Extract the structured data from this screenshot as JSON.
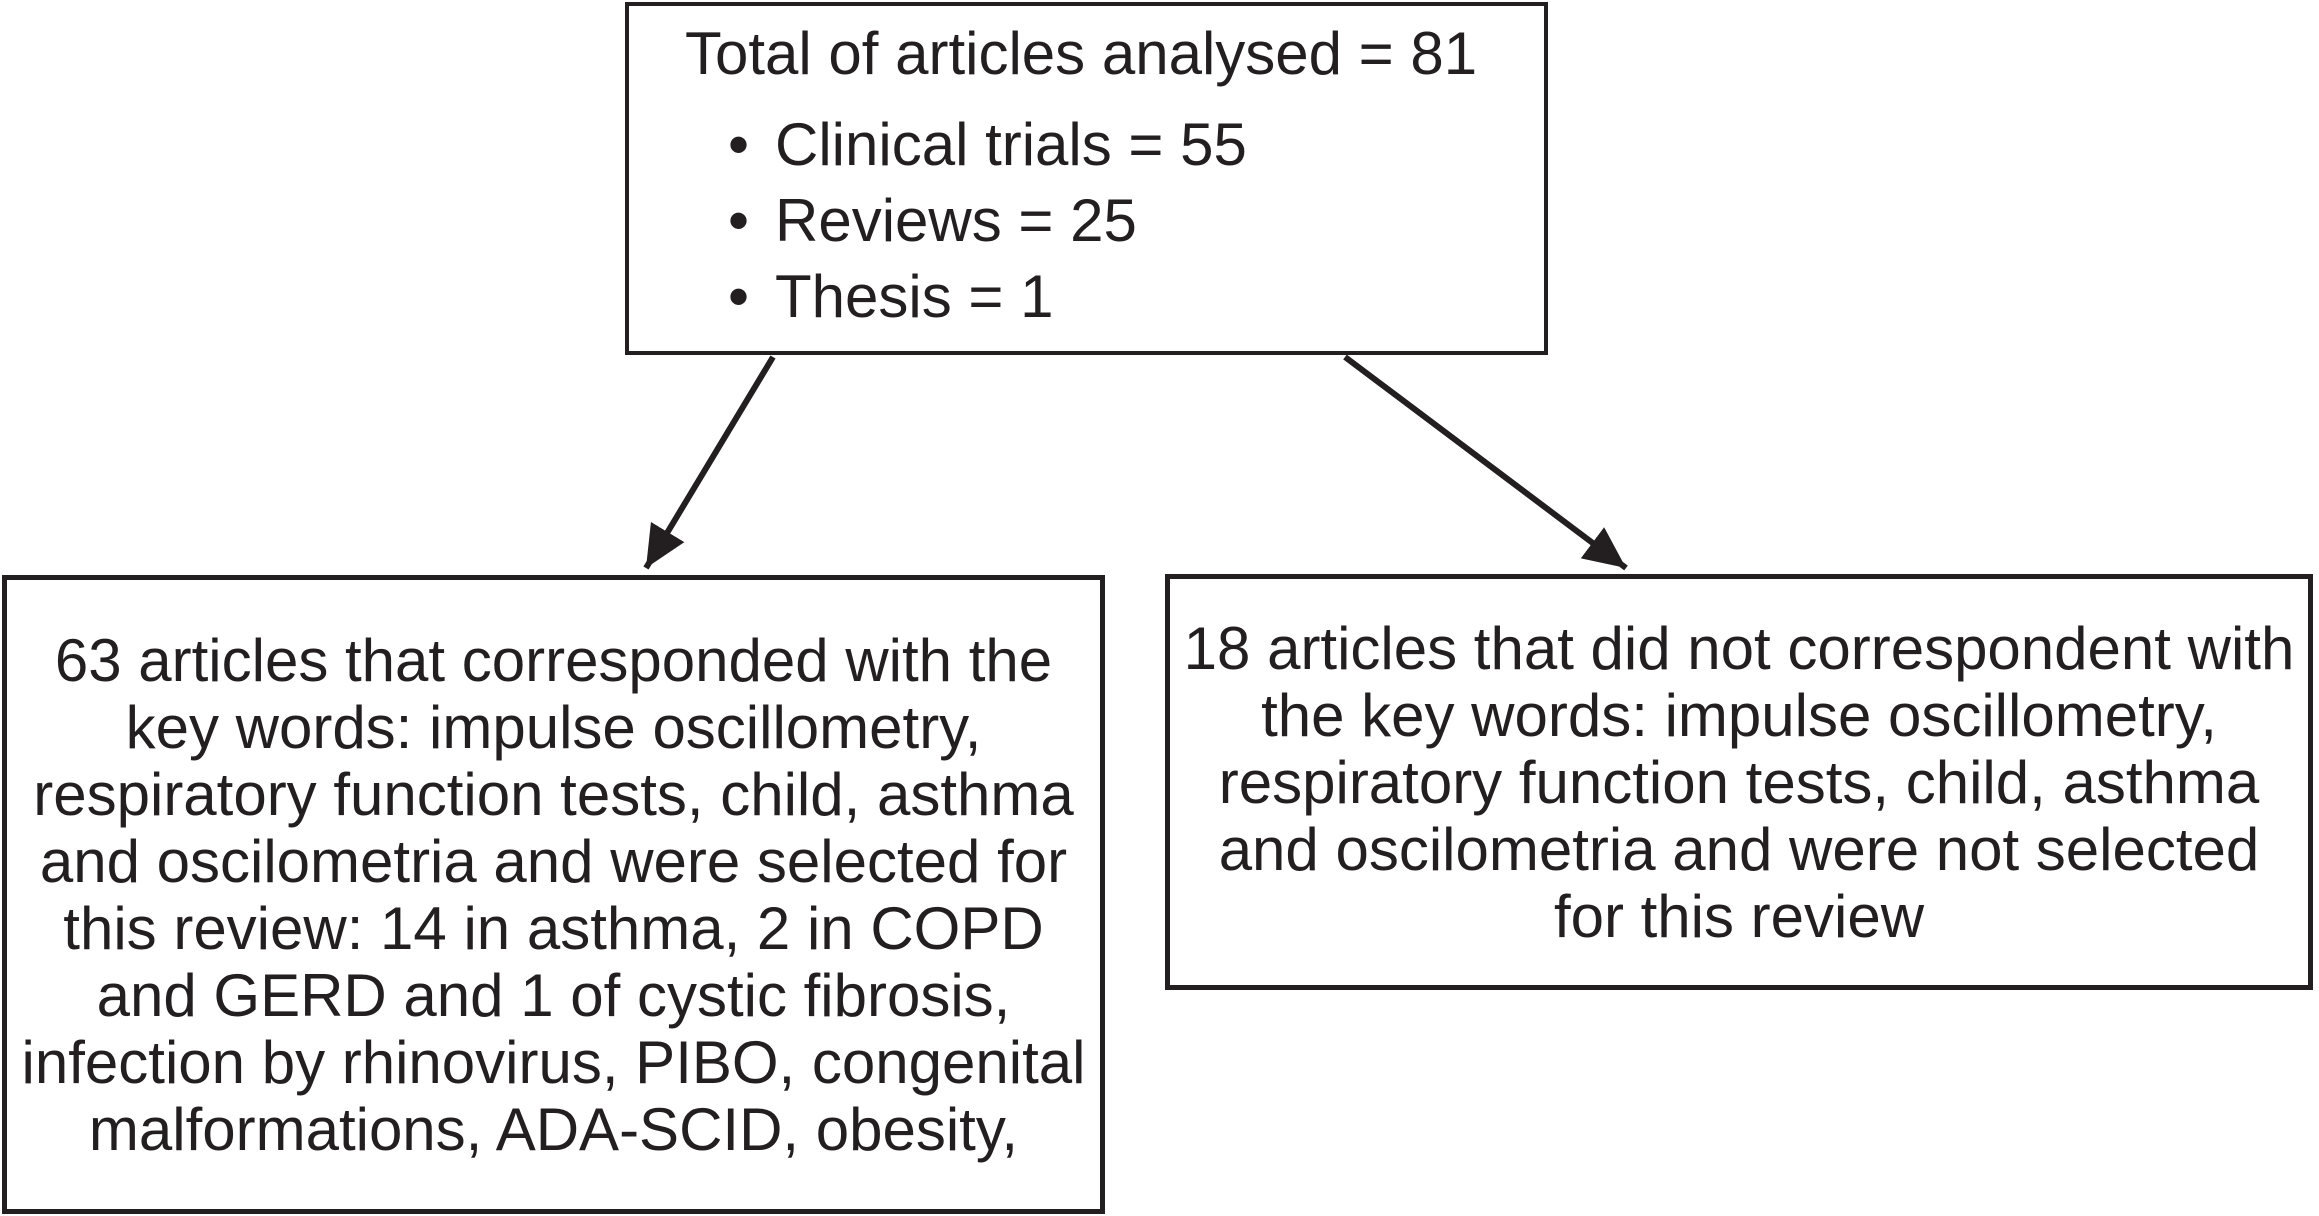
{
  "diagram": {
    "background_color": "#ffffff",
    "ink_color": "#231f20",
    "top_box": {
      "title": "Total of articles analysed = 81",
      "bullet_glyph": "•",
      "bullets": [
        "Clinical trials = 55",
        "Reviews = 25",
        "Thesis = 1"
      ]
    },
    "left_box": {
      "lines": [
        "63 articles that corresponded with the",
        "key words: impulse oscillometry,",
        "respiratory function tests, child, asthma",
        "and oscilometria and were selected for",
        "this review: 14 in asthma, 2 in COPD",
        "and GERD and 1 of cystic fibrosis,",
        "infection by rhinovirus, PIBO, congenital",
        "malformations, ADA-SCID, obesity,"
      ]
    },
    "right_box": {
      "lines": [
        "18 articles that did not correspondent with",
        "the key words: impulse oscillometry,",
        "respiratory function tests, child, asthma",
        "and oscilometria and were not selected",
        "for this review"
      ]
    },
    "arrows": [
      {
        "from": "total-articles-box",
        "to": "selected-articles-box"
      },
      {
        "from": "total-articles-box",
        "to": "not-selected-articles-box"
      }
    ]
  }
}
